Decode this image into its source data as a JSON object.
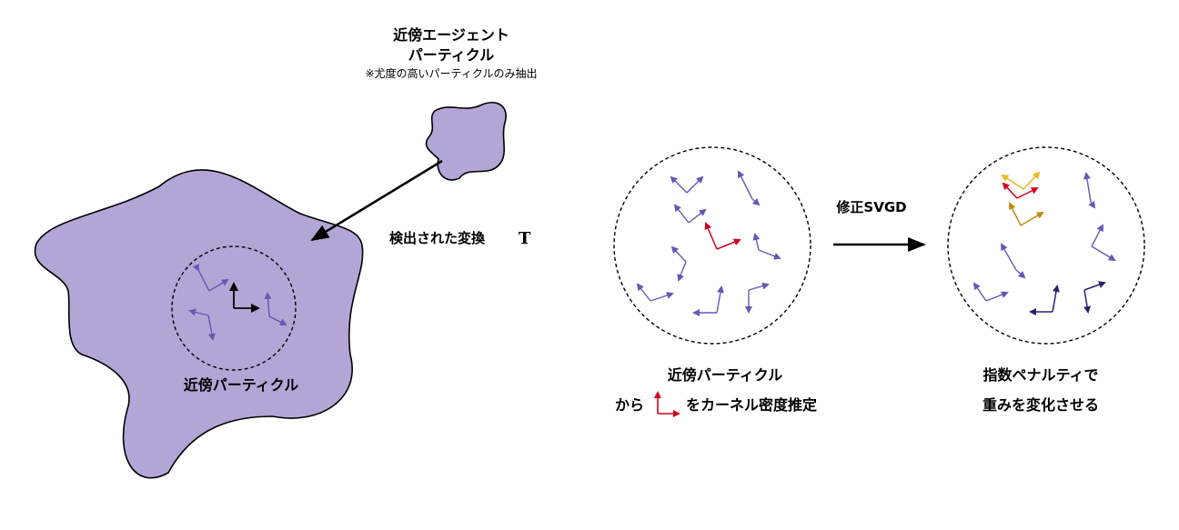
{
  "header": {
    "line1": "近傍エージェント",
    "line2": "パーティクル",
    "note": "※尤度の高いパーティクルのみ抽出"
  },
  "labels": {
    "transform": "検出された変換",
    "transform_symbol": "T",
    "left_region": "近傍パーティクル",
    "middle_line1": "近傍パーティクル",
    "middle_line2_pre": "から",
    "middle_line2_post": "をカーネル密度推定",
    "svgd": "修正SVGD",
    "right_line1": "指数ペナルティで",
    "right_line2": "重みを変化させる"
  },
  "colors": {
    "blob_fill": "#b3a6d6",
    "particle": "#6a55b5",
    "particle_dark": "#2d1f6e",
    "center": "#000000",
    "red": "#d0021b",
    "gold": "#c08a16",
    "yellow": "#e8b820"
  }
}
